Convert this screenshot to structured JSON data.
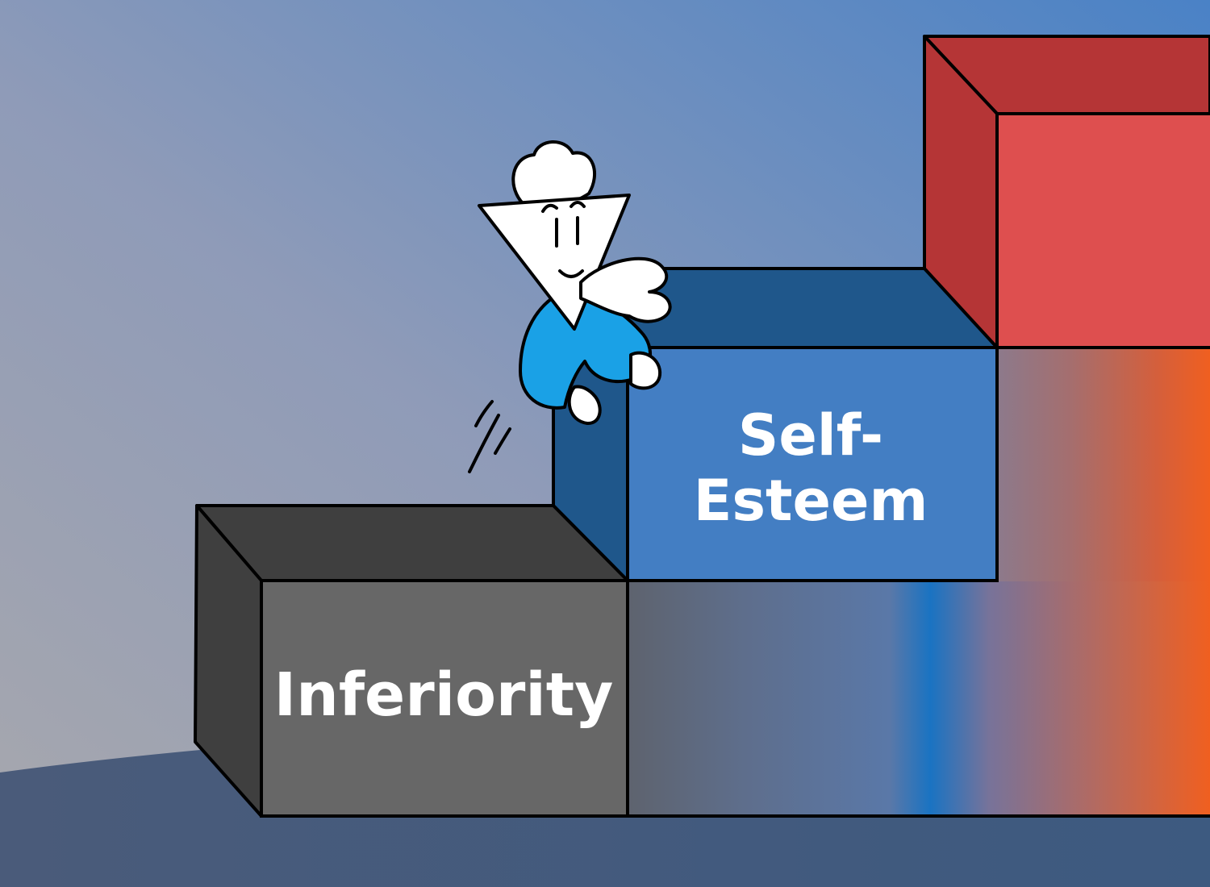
{
  "steps": {
    "inferiority": {
      "label": "Inferiority"
    },
    "self_esteem": {
      "line1": "Self-",
      "line2": "Esteem"
    }
  },
  "colors": {
    "inferiority_front": "#676767",
    "inferiority_top": "#3f3f3f",
    "self_esteem_front": "#437ec3",
    "self_esteem_top": "#1f578b",
    "top_step_front": "#de4f4f",
    "top_step_side": "#b53536",
    "character_body": "#1aa1e6",
    "ground": "#4a5b7a"
  }
}
